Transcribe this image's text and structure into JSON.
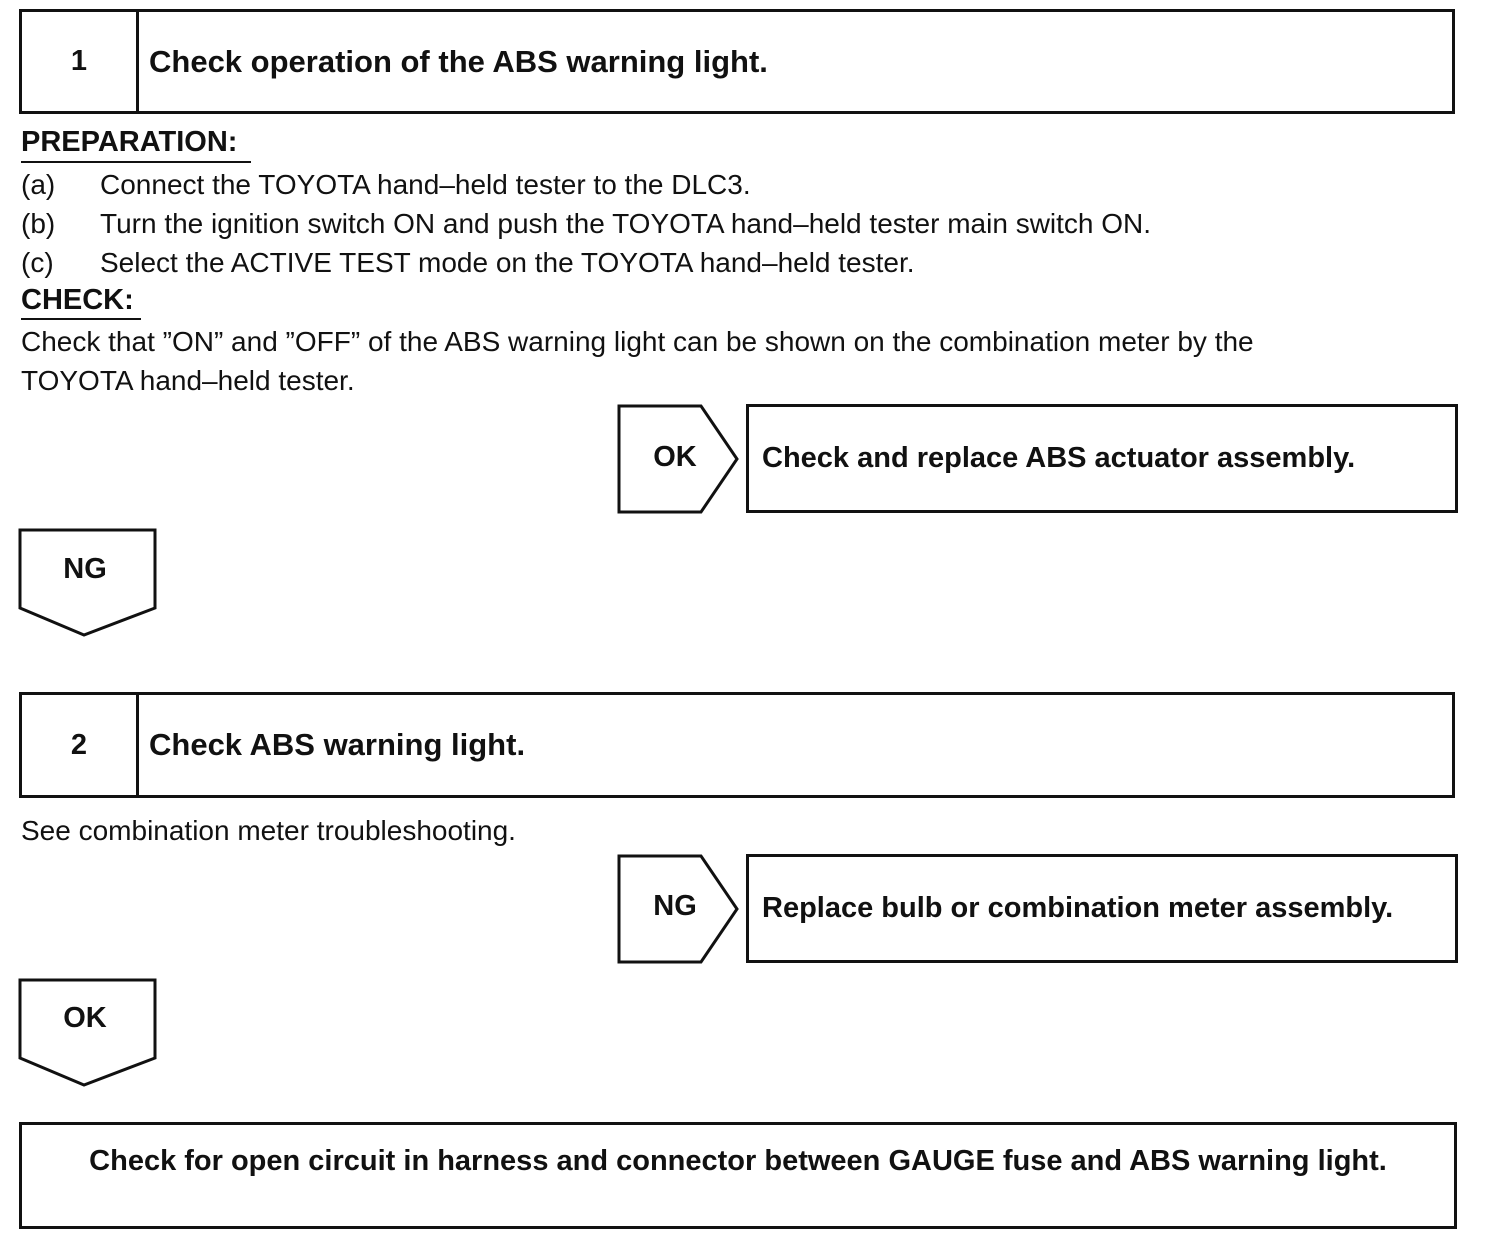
{
  "step1": {
    "number": "1",
    "title": "Check operation of the ABS warning light."
  },
  "preparation": {
    "heading": "PREPARATION:",
    "items": [
      {
        "marker": "(a)",
        "text": "Connect the TOYOTA hand–held tester to the DLC3."
      },
      {
        "marker": "(b)",
        "text": "Turn the ignition switch ON and push the TOYOTA hand–held tester main switch ON."
      },
      {
        "marker": "(c)",
        "text": "Select the ACTIVE TEST mode on the TOYOTA hand–held tester."
      }
    ]
  },
  "check": {
    "heading": "CHECK:",
    "lines": [
      "Check that ”ON” and ”OFF” of the ABS warning light can be shown on the combination meter by the",
      "TOYOTA hand–held tester."
    ]
  },
  "result1": {
    "label": "OK",
    "text": "Check and replace ABS actuator assembly."
  },
  "branch1": {
    "label": "NG"
  },
  "step2": {
    "number": "2",
    "title": "Check ABS warning light."
  },
  "step2_note": "See combination meter troubleshooting.",
  "result2": {
    "label": "NG",
    "text": "Replace bulb or combination meter assembly."
  },
  "branch2": {
    "label": "OK"
  },
  "final": {
    "text": "Check for open circuit in harness and connector between GAUGE fuse and ABS warning light."
  }
}
